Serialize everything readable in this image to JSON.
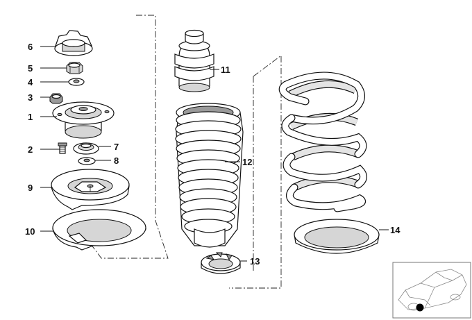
{
  "labels": {
    "p1": "1",
    "p2": "2",
    "p3": "3",
    "p4": "4",
    "p5": "5",
    "p6": "6",
    "p7": "7",
    "p8": "8",
    "p9": "9",
    "p10": "10",
    "p11": "11",
    "p12": "12",
    "p13": "13",
    "p14": "14"
  },
  "colors": {
    "ink": "#111111",
    "marker": "#000000"
  },
  "icons": {
    "thumbnail": "car-location-icon"
  }
}
